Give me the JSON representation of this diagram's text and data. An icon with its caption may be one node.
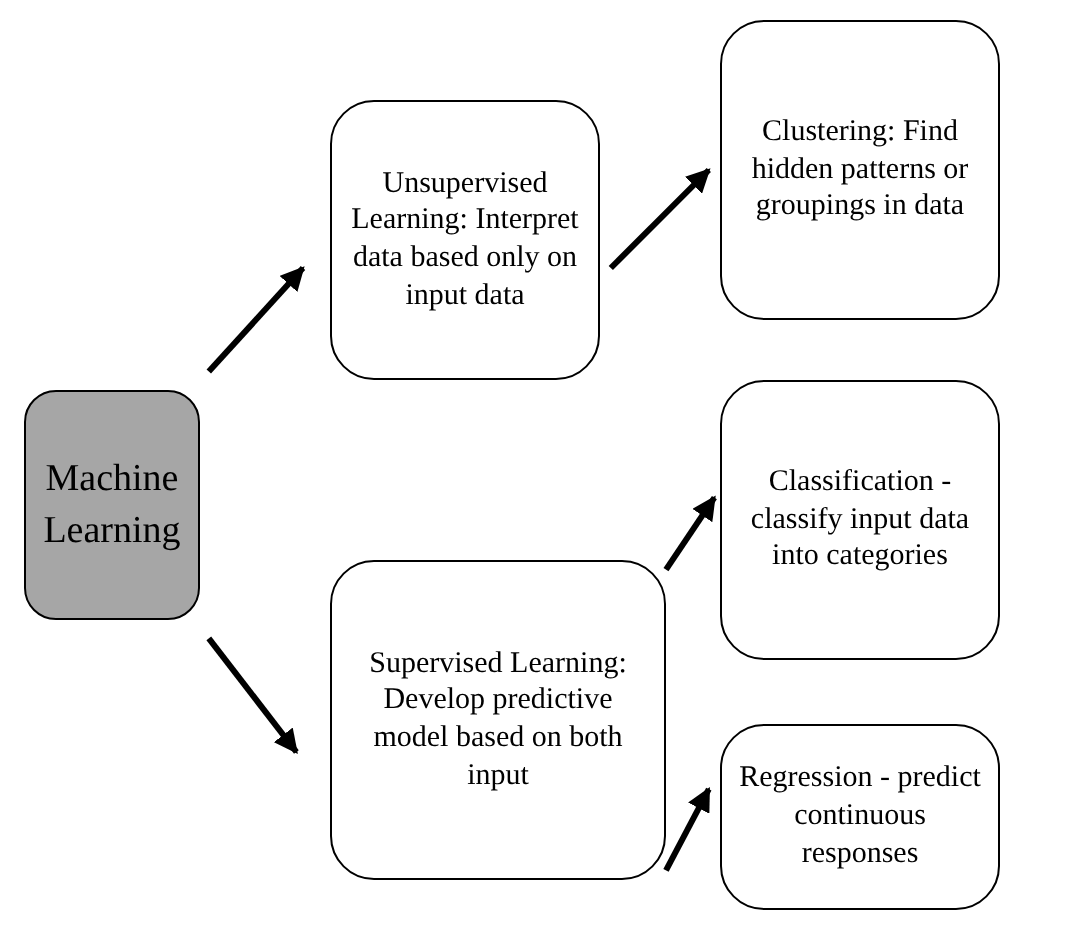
{
  "diagram": {
    "nodes": [
      {
        "text": [
          "Machine Learning"
        ]
      },
      {
        "text": [
          "Unsupervised Learning: Interpret data based only on input data"
        ]
      },
      {
        "text": [
          "Clustering: Find hidden patterns or groupings in data"
        ]
      },
      {
        "text": [
          "Supervised Learning: Develop predictive model based on both input"
        ]
      },
      {
        "text": [
          "Classification - classify input data into categories"
        ]
      },
      {
        "text": [
          "Regression - predict continuous responses"
        ]
      }
    ],
    "edges": [
      {
        "from": 0,
        "to": 1,
        "arrow": "to"
      },
      {
        "from": 0,
        "to": 3,
        "arrow": "to"
      },
      {
        "from": 1,
        "to": 2,
        "arrow": "to"
      },
      {
        "from": 3,
        "to": 4,
        "arrow": "to"
      },
      {
        "from": 3,
        "to": 5,
        "arrow": "to"
      }
    ]
  }
}
